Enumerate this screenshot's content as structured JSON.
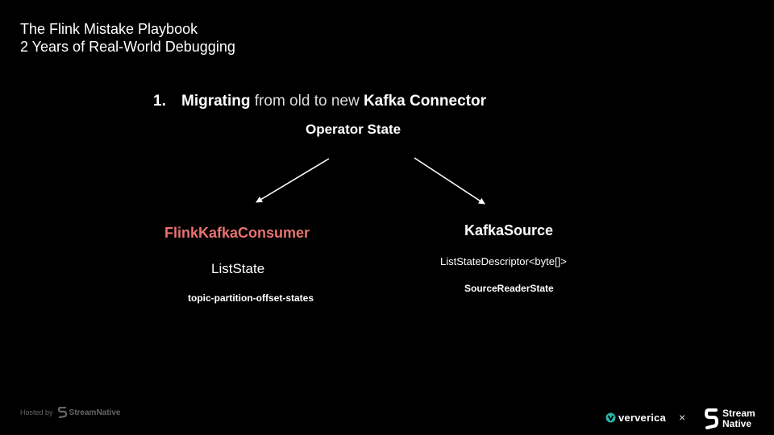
{
  "slide": {
    "title_line1": "The Flink Mistake Playbook",
    "title_line2": "2 Years of Real-World Debugging"
  },
  "heading": {
    "number": "1.",
    "bold1": "Migrating",
    "normal1": " from old to new ",
    "bold2": "Kafka Connector"
  },
  "diagram": {
    "root": "Operator State",
    "left": {
      "title": "FlinkKafkaConsumer",
      "subtitle": "ListState",
      "detail": "topic-partition-offset-states",
      "title_color": "#e8736f"
    },
    "right": {
      "title": "KafkaSource",
      "subtitle": "ListStateDescriptor<byte[]>",
      "detail": "SourceReaderState"
    }
  },
  "footer": {
    "hosted_by": "Hosted by",
    "hosted_brand": "StreamNative",
    "partner1": "ververica",
    "separator": "×",
    "partner2_line1": "Stream",
    "partner2_line2": "Native"
  }
}
